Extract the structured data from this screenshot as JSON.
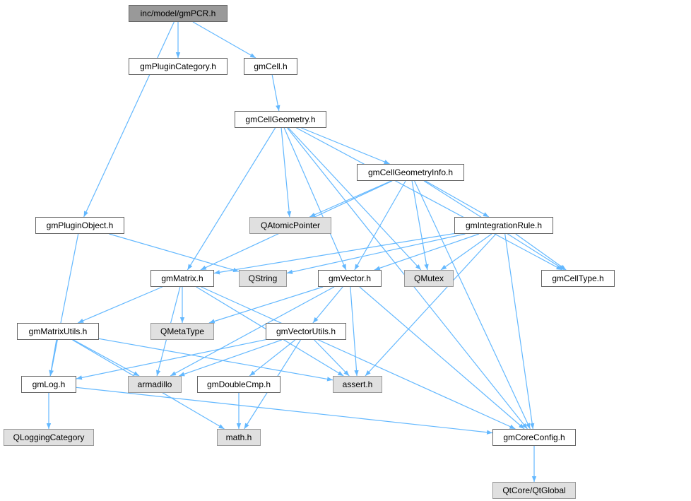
{
  "colors": {
    "edge": "#63b8ff",
    "root_fill": "#999999",
    "node_fill": "#ffffff",
    "system_fill": "#e0e0e0",
    "border": "#666666"
  },
  "nodes": {
    "gmPCR": {
      "label": "inc/model/gmPCR.h",
      "kind": "root"
    },
    "gmPluginCategory": {
      "label": "gmPluginCategory.h",
      "kind": "file"
    },
    "gmCell": {
      "label": "gmCell.h",
      "kind": "file"
    },
    "gmCellGeometry": {
      "label": "gmCellGeometry.h",
      "kind": "file"
    },
    "gmCellGeometryInfo": {
      "label": "gmCellGeometryInfo.h",
      "kind": "file"
    },
    "gmPluginObject": {
      "label": "gmPluginObject.h",
      "kind": "file"
    },
    "QAtomicPointer": {
      "label": "QAtomicPointer",
      "kind": "system"
    },
    "gmIntegrationRule": {
      "label": "gmIntegrationRule.h",
      "kind": "file"
    },
    "gmMatrix": {
      "label": "gmMatrix.h",
      "kind": "file"
    },
    "QString": {
      "label": "QString",
      "kind": "system"
    },
    "gmVector": {
      "label": "gmVector.h",
      "kind": "file"
    },
    "QMutex": {
      "label": "QMutex",
      "kind": "system"
    },
    "gmCellType": {
      "label": "gmCellType.h",
      "kind": "file"
    },
    "gmMatrixUtils": {
      "label": "gmMatrixUtils.h",
      "kind": "file"
    },
    "QMetaType": {
      "label": "QMetaType",
      "kind": "system"
    },
    "gmVectorUtils": {
      "label": "gmVectorUtils.h",
      "kind": "file"
    },
    "gmLog": {
      "label": "gmLog.h",
      "kind": "file"
    },
    "armadillo": {
      "label": "armadillo",
      "kind": "system"
    },
    "gmDoubleCmp": {
      "label": "gmDoubleCmp.h",
      "kind": "file"
    },
    "assert": {
      "label": "assert.h",
      "kind": "system"
    },
    "QLoggingCategory": {
      "label": "QLoggingCategory",
      "kind": "system"
    },
    "math": {
      "label": "math.h",
      "kind": "system"
    },
    "gmCoreConfig": {
      "label": "gmCoreConfig.h",
      "kind": "file"
    },
    "QtGlobal": {
      "label": "QtCore/QtGlobal",
      "kind": "system"
    }
  },
  "edges": [
    [
      "gmPCR",
      "gmPluginCategory"
    ],
    [
      "gmPCR",
      "gmCell"
    ],
    [
      "gmPCR",
      "gmPluginObject"
    ],
    [
      "gmCell",
      "gmCellGeometry"
    ],
    [
      "gmCellGeometry",
      "gmCellGeometryInfo"
    ],
    [
      "gmCellGeometry",
      "QAtomicPointer"
    ],
    [
      "gmCellGeometry",
      "gmMatrix"
    ],
    [
      "gmCellGeometry",
      "gmVector"
    ],
    [
      "gmCellGeometry",
      "QMutex"
    ],
    [
      "gmCellGeometry",
      "gmCellType"
    ],
    [
      "gmCellGeometry",
      "gmCoreConfig"
    ],
    [
      "gmCellGeometryInfo",
      "QAtomicPointer"
    ],
    [
      "gmCellGeometryInfo",
      "gmIntegrationRule"
    ],
    [
      "gmCellGeometryInfo",
      "gmMatrix"
    ],
    [
      "gmCellGeometryInfo",
      "gmVector"
    ],
    [
      "gmCellGeometryInfo",
      "QMutex"
    ],
    [
      "gmCellGeometryInfo",
      "gmCellType"
    ],
    [
      "gmCellGeometryInfo",
      "gmCoreConfig"
    ],
    [
      "gmPluginObject",
      "QString"
    ],
    [
      "gmPluginObject",
      "gmLog"
    ],
    [
      "gmIntegrationRule",
      "QString"
    ],
    [
      "gmIntegrationRule",
      "gmMatrix"
    ],
    [
      "gmIntegrationRule",
      "gmVector"
    ],
    [
      "gmIntegrationRule",
      "QMutex"
    ],
    [
      "gmIntegrationRule",
      "gmCellType"
    ],
    [
      "gmIntegrationRule",
      "assert"
    ],
    [
      "gmIntegrationRule",
      "gmCoreConfig"
    ],
    [
      "gmMatrix",
      "gmMatrixUtils"
    ],
    [
      "gmMatrix",
      "QMetaType"
    ],
    [
      "gmMatrix",
      "armadillo"
    ],
    [
      "gmMatrix",
      "assert"
    ],
    [
      "gmMatrix",
      "gmCoreConfig"
    ],
    [
      "gmVector",
      "QMetaType"
    ],
    [
      "gmVector",
      "gmVectorUtils"
    ],
    [
      "gmVector",
      "armadillo"
    ],
    [
      "gmVector",
      "assert"
    ],
    [
      "gmVector",
      "gmCoreConfig"
    ],
    [
      "gmMatrixUtils",
      "gmLog"
    ],
    [
      "gmMatrixUtils",
      "armadillo"
    ],
    [
      "gmMatrixUtils",
      "assert"
    ],
    [
      "gmMatrixUtils",
      "math"
    ],
    [
      "gmVectorUtils",
      "gmLog"
    ],
    [
      "gmVectorUtils",
      "armadillo"
    ],
    [
      "gmVectorUtils",
      "gmDoubleCmp"
    ],
    [
      "gmVectorUtils",
      "assert"
    ],
    [
      "gmVectorUtils",
      "math"
    ],
    [
      "gmLog",
      "QLoggingCategory"
    ],
    [
      "gmLog",
      "gmCoreConfig"
    ],
    [
      "gmDoubleCmp",
      "math"
    ],
    [
      "gmCoreConfig",
      "QtGlobal"
    ]
  ]
}
